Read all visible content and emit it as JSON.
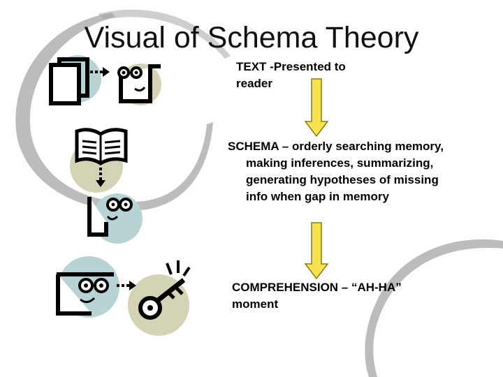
{
  "slide": {
    "title": "Visual of Schema Theory"
  },
  "steps": [
    {
      "text": "TEXT -Presented to reader"
    },
    {
      "text": "SCHEMA – orderly searching memory, making inferences, summarizing, generating hypotheses of missing info when gap in memory"
    },
    {
      "text": "COMPREHENSION – “AH-HA” moment"
    }
  ],
  "icons": {
    "row1": [
      "book-icon",
      "dotted-arrow-icon",
      "thinking-face-icon"
    ],
    "row2": [
      "open-book-icon",
      "dotted-arrow-icon",
      "thinking-face-icon"
    ],
    "row3": [
      "thinking-face-icon",
      "dotted-arrow-icon",
      "key-icon"
    ]
  },
  "colors": {
    "swoosh": "#a6a6a6",
    "circle_blue": "#b7d3d3",
    "circle_olive": "#d5d3b5",
    "arrow_fill": "#f7e24f",
    "arrow_stroke": "#8a7a10"
  }
}
